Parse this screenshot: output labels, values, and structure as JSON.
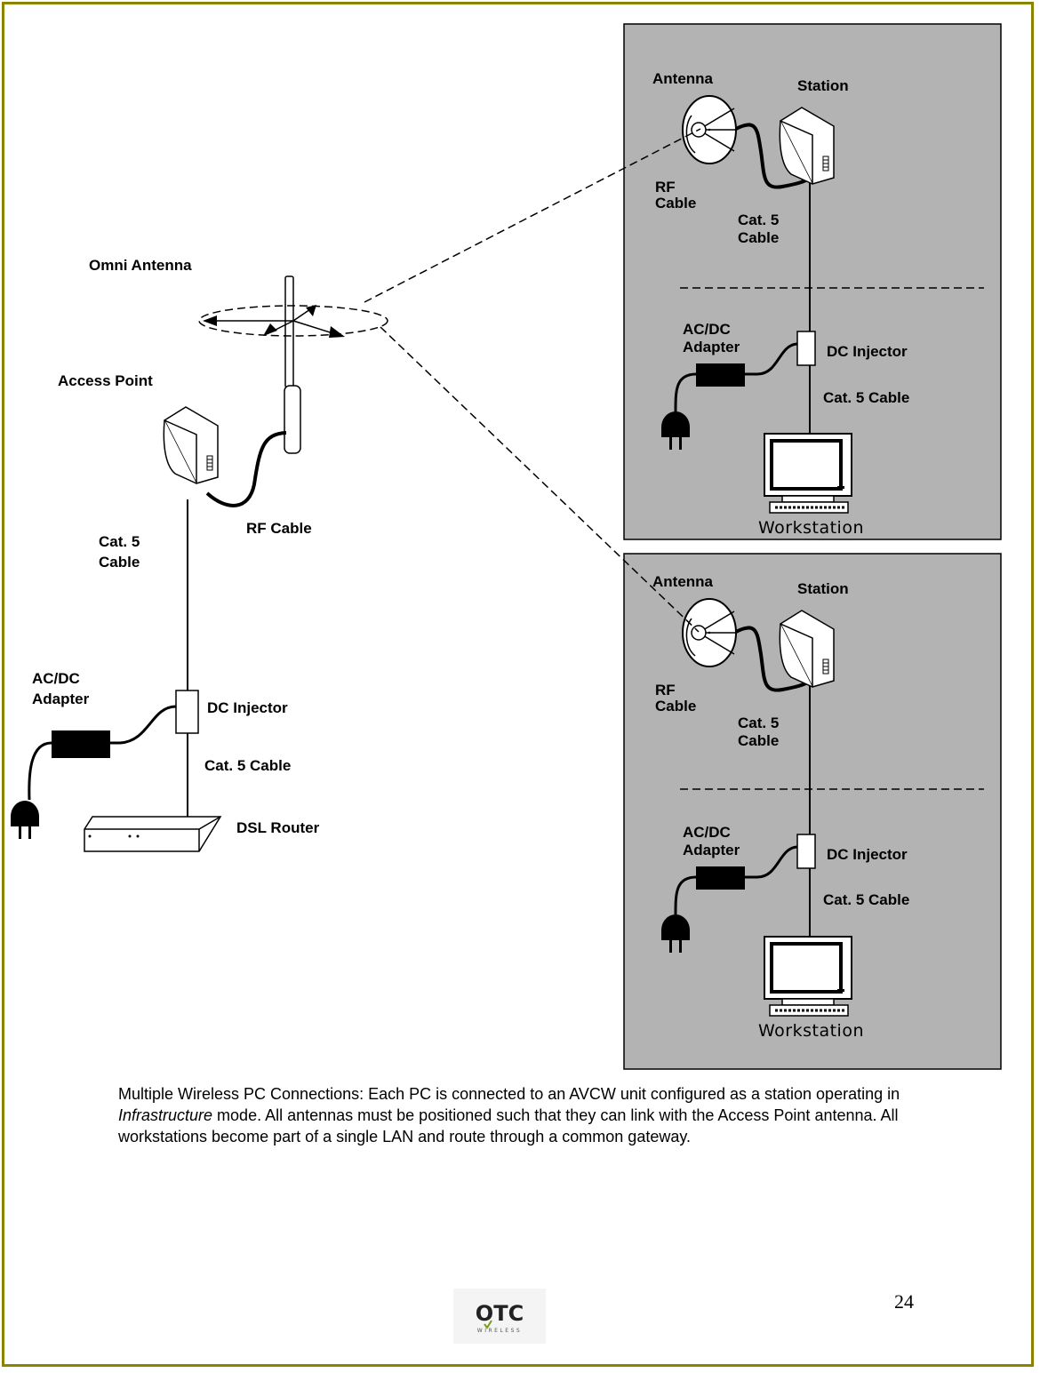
{
  "access_point_side": {
    "omni_antenna": "Omni Antenna",
    "access_point": "Access Point",
    "rf_cable": "RF Cable",
    "cat5_cable_line1": "Cat. 5",
    "cat5_cable_line2": "Cable",
    "acdc_line1": "AC/DC",
    "acdc_line2": "Adapter",
    "dc_injector": "DC Injector",
    "cat5_cable": "Cat. 5 Cable",
    "dsl_router": "DSL Router"
  },
  "stations": [
    {
      "antenna": "Antenna",
      "station": "Station",
      "rf_line1": "RF",
      "rf_line2": "Cable",
      "cat5_line1": "Cat. 5",
      "cat5_line2": "Cable",
      "acdc_line1": "AC/DC",
      "acdc_line2": "Adapter",
      "dc_injector": "DC Injector",
      "cat5_cable": "Cat. 5 Cable",
      "workstation": "Workstation"
    },
    {
      "antenna": "Antenna",
      "station": "Station",
      "rf_line1": "RF",
      "rf_line2": "Cable",
      "cat5_line1": "Cat. 5",
      "cat5_line2": "Cable",
      "acdc_line1": "AC/DC",
      "acdc_line2": "Adapter",
      "dc_injector": "DC Injector",
      "cat5_cable": "Cat. 5 Cable",
      "workstation": "Workstation"
    }
  ],
  "caption": {
    "before_italic": "Multiple Wireless PC Connections: Each PC is connected to an AVCW unit configured as a station operating in ",
    "italic": "Infrastructure",
    "after_italic": " mode.  All antennas must be positioned such that they can link with the Access Point antenna.  All workstations become part of a single LAN and route through a common gateway."
  },
  "page_number": "24",
  "logo": {
    "text": "OTC",
    "subtext": "WIRELESS"
  },
  "colors": {
    "frame": "#8a8400",
    "panel": "#b3b3b3"
  }
}
